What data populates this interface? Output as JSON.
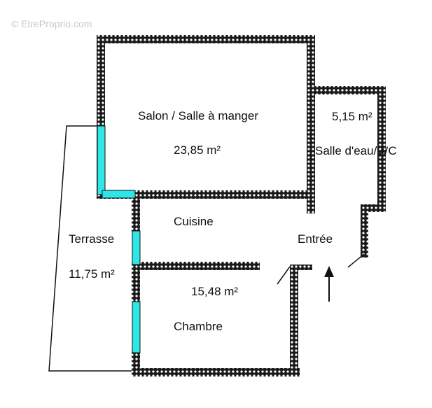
{
  "watermark": "© EtreProprio.com",
  "colors": {
    "wall_dark": "#1a1a1a",
    "wall_light": "#ffffff",
    "window": "#2ee6e6",
    "line": "#111111"
  },
  "rooms": {
    "salon": {
      "name": "Salon / Salle à manger",
      "area": "23,85  m²"
    },
    "salle_eau": {
      "area": "5,15  m²",
      "name": "Salle d'eau/WC"
    },
    "cuisine": {
      "name": "Cuisine"
    },
    "entree": {
      "name": "Entrée"
    },
    "terrasse": {
      "name": "Terrasse",
      "area": "11,75  m²"
    },
    "chambre": {
      "area": "15,48  m²",
      "name": "Chambre"
    }
  },
  "icons": {
    "entry_arrow": "up-arrow-icon"
  }
}
